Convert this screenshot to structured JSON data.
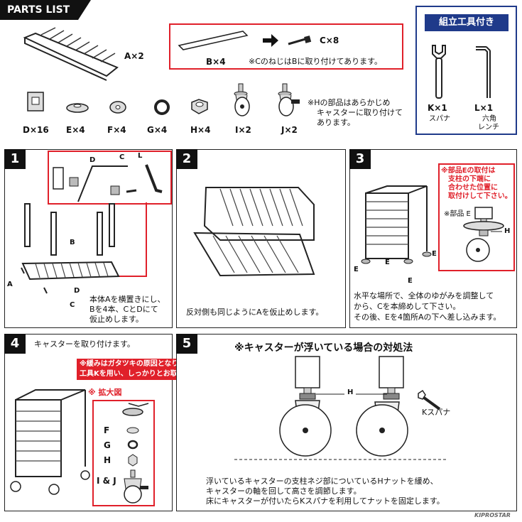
{
  "header": {
    "title": "PARTS LIST"
  },
  "parts": {
    "a_label": "A×2",
    "b_label": "B×4",
    "c_label": "C×8",
    "c_note": "※Cのねじは",
    "c_note2": "Bに取り付けてあります。",
    "d_label": "D×16",
    "e_label": "E×4",
    "f_label": "F×4",
    "g_label": "G×4",
    "h_label": "H×4",
    "i_label": "I×2",
    "j_label": "J×2",
    "h_note": [
      "※Hの部品はあらかじめ",
      "キャスターに取り付けて",
      "あります。"
    ]
  },
  "tools": {
    "title": "組立工具付き",
    "k_label": "K×1",
    "k_name": "スパナ",
    "l_label": "L×1",
    "l_name": [
      "六角",
      "レンチ"
    ]
  },
  "steps": {
    "s1": {
      "num": "1",
      "text": [
        "本体Aを横置きにし、",
        "Bを4本、CとDにて",
        "仮止めします。"
      ],
      "labels": {
        "d": "D",
        "c": "C",
        "l": "L",
        "b": "B",
        "a": "A",
        "d2": "D",
        "c2": "C"
      }
    },
    "s2": {
      "num": "2",
      "text": "反対側も同じようにAを仮止めします。"
    },
    "s3": {
      "num": "3",
      "warn": [
        "※部品Eの取付は",
        "支柱の下端に",
        "合わせた位置に",
        "取付けして下さい。"
      ],
      "part_label": "※部品 E",
      "h": "H",
      "e_labels": [
        "E",
        "E",
        "E",
        "E"
      ],
      "text": [
        "水平な場所で、全体のゆがみを調整して",
        "から、Cを本締めして下さい。",
        "その後、Eを4箇所Aの下へ差し込みます。"
      ]
    },
    "s4": {
      "num": "4",
      "text": "キャスターを取り付けます。",
      "warn": [
        "※緩みはガタツキの原因となります。",
        "工具Kを用い、しっかりとお取付け下さい"
      ],
      "zoom": "※ 拡大図",
      "labels": {
        "f": "F",
        "g": "G",
        "h": "H",
        "ij": "I & J"
      }
    },
    "s5": {
      "num": "5",
      "title": "※キャスターが浮いている場合の対処法",
      "h": "H",
      "k": "Kスパナ",
      "text": [
        "浮いているキャスターの支柱ネジ部についているHナットを緩め、",
        "キャスターの軸を回して高さを調節します。",
        "床にキャスターが付いたらKスパナを利用してナットを固定します。"
      ]
    }
  },
  "brand": "KIPROSTAR",
  "colors": {
    "accent_red": "#e0202a",
    "tool_blue": "#1f3a8a",
    "black": "#111111"
  }
}
